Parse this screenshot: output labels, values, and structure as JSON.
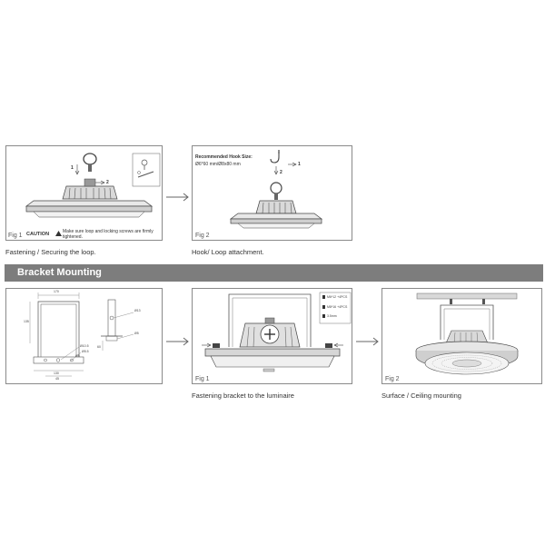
{
  "top_row": {
    "fig1": {
      "label": "Fig 1",
      "caution_label": "CAUTION",
      "caution_text": "Make sure loop and locking screws are firmly tightened.",
      "callout_1": "1",
      "callout_2": "2",
      "caption": "Fastening / Securing the loop."
    },
    "fig2": {
      "label": "Fig 2",
      "hook_title": "Recommended Hook Size:",
      "hook_sizes": "Ø6*60 mm/Ø8x80 mm",
      "callout_1": "1",
      "callout_2": "2",
      "caption": "Hook/ Loop attachment."
    }
  },
  "banner": {
    "title": "Bracket Mounting"
  },
  "bottom_row": {
    "dims": {
      "width": "170",
      "height": "135",
      "d1": "Ø13",
      "d2": "Ø5",
      "d3": "Ø10.5",
      "d4": "Ø5.5",
      "d5": "Ø9",
      "d6": "60",
      "d7": "130",
      "d8": "45"
    },
    "fig1": {
      "label": "Fig 1",
      "legend": [
        "M6*12 +4PCS",
        "M8*16 +4PCS",
        "3.5mm"
      ],
      "caption": "Fastening bracket to the luminaire"
    },
    "fig2": {
      "label": "Fig 2",
      "caption": "Surface / Ceiling mounting"
    }
  },
  "colors": {
    "frame": "#8a8a8a",
    "banner": "#7d7d7d",
    "line": "#444444"
  }
}
